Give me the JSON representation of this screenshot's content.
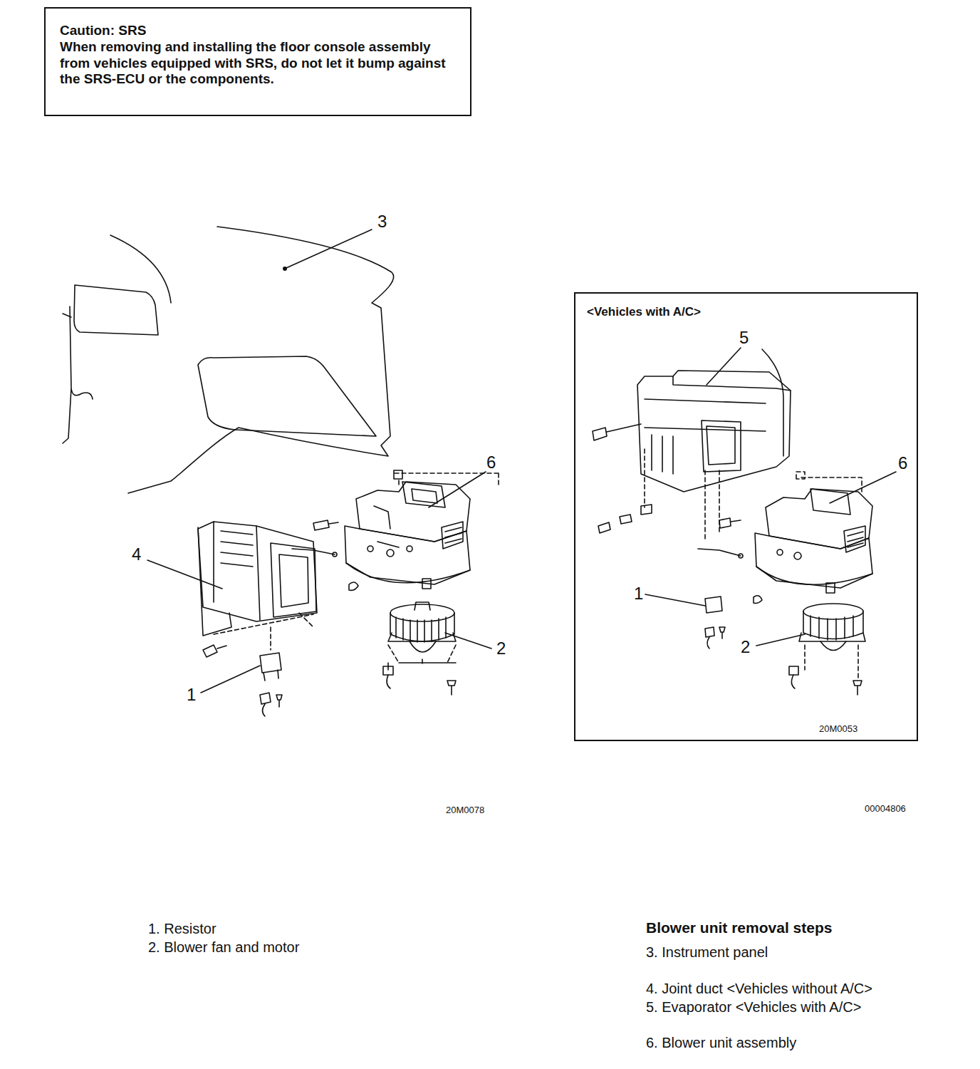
{
  "diagram": {
    "nodes": [
      {
        "text": [
          "Caution: SRS",
          "When removing and installing the floor console assembly from vehicles equipped with SRS, do not let it bump against the SRS-ECU or the components."
        ]
      },
      {
        "text": [
          "<Vehicles with A/C>"
        ]
      }
    ],
    "labels": [
      "3",
      "6",
      "4",
      "2",
      "1",
      "20M0078",
      "5",
      "6",
      "1",
      "2",
      "20M0053",
      "00004806",
      "1. Resistor",
      "2. Blower fan and motor",
      "Blower unit removal steps",
      "3. Instrument panel",
      "4. Joint duct <Vehicles without A/C>",
      "5. Evaporator <Vehicles with A/C>",
      "6. Blower unit assembly"
    ]
  }
}
